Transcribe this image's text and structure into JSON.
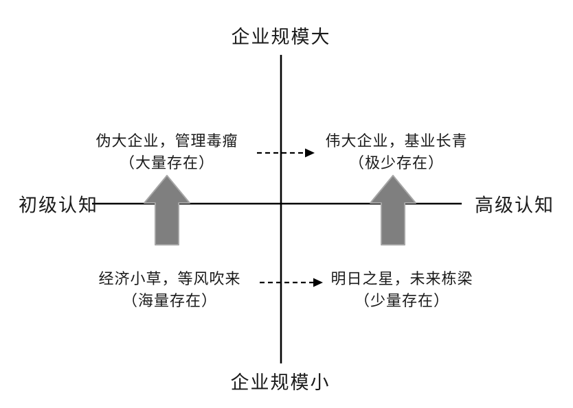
{
  "diagram": {
    "type": "quadrant-matrix",
    "axes": {
      "top": "企业规模大",
      "bottom": "企业规模小",
      "left": "初级认知",
      "right": "高级认知"
    },
    "quadrants": {
      "top_left": {
        "title": "伪大企业，管理毒瘤",
        "note": "（大量存在）"
      },
      "top_right": {
        "title": "伟大企业，基业长青",
        "note": "（极少存在）"
      },
      "bottom_left": {
        "title": "经济小草，等风吹来",
        "note": "（海量存在）"
      },
      "bottom_right": {
        "title": "明日之星，未来栋梁",
        "note": "（少量存在）"
      }
    },
    "arrows": {
      "up_left": "solid gray block arrow pointing up across horizontal axis (left half)",
      "up_right": "solid gray block arrow pointing up across horizontal axis (right half)",
      "dashed_top": "black dashed arrow pointing right, from top-left caption to top-right caption",
      "dashed_bottom": "black dashed arrow pointing right, from bottom-left caption to bottom-right caption"
    },
    "colors": {
      "arrow_fill": "#7f7f7f",
      "arrow_stroke": "#a6a6a6",
      "line": "#000000",
      "background": "#ffffff"
    }
  }
}
